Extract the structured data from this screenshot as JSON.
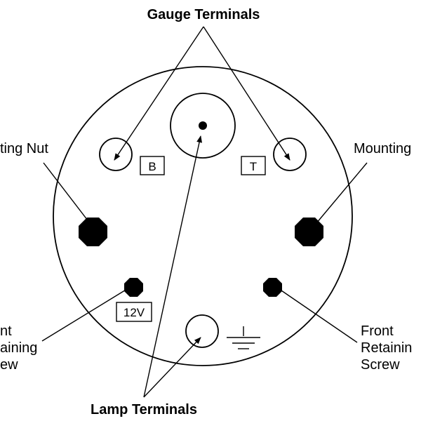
{
  "labels": {
    "gauge_terminals": "Gauge Terminals",
    "lamp_terminals": "Lamp Terminals",
    "mounting_nut_left": "ting Nut",
    "mounting_right": "Mounting",
    "front_left_line1": "nt",
    "front_left_line2": "aining",
    "front_left_line3": "ew",
    "front_right_line1": "Front",
    "front_right_line2": "Retainin",
    "front_right_line3": "Screw"
  },
  "terminal_boxes": {
    "b": "B",
    "t": "T",
    "v12": "12V"
  },
  "colors": {
    "ink": "#000000",
    "background": "#ffffff"
  }
}
